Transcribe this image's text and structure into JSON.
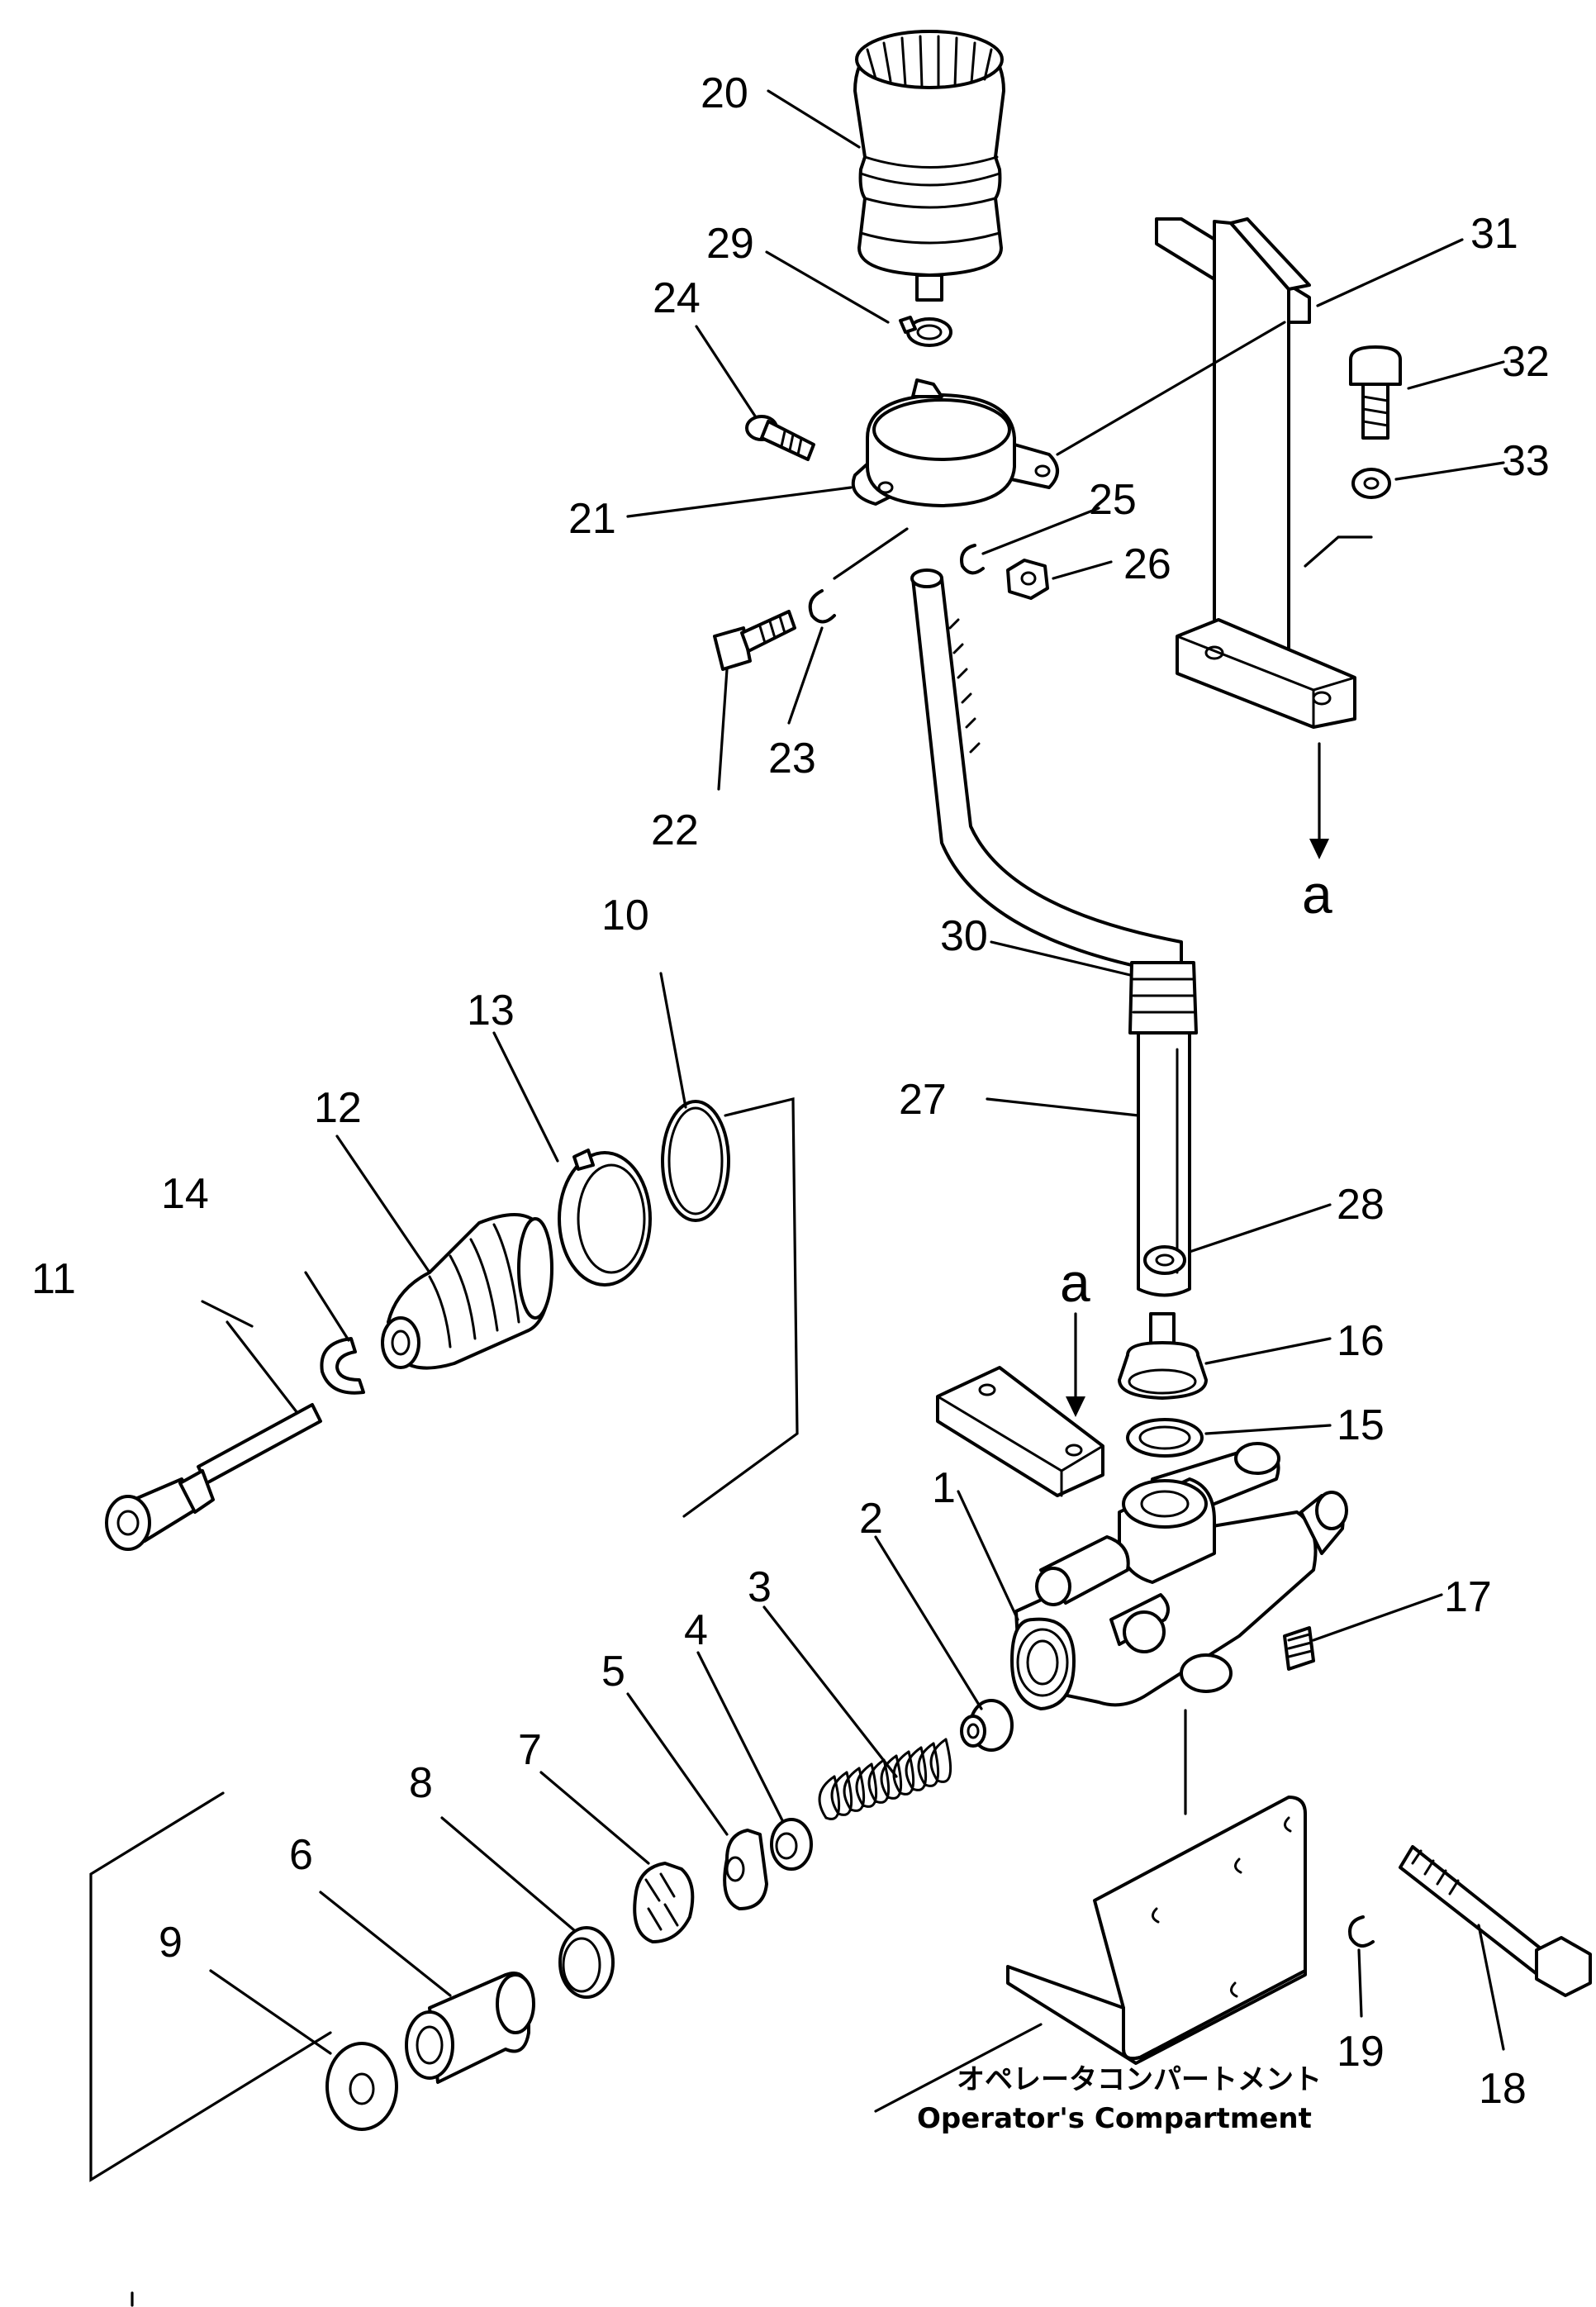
{
  "diagram": {
    "callouts": [
      {
        "id": "1",
        "label": "1"
      },
      {
        "id": "2",
        "label": "2"
      },
      {
        "id": "3",
        "label": "3"
      },
      {
        "id": "4",
        "label": "4"
      },
      {
        "id": "5",
        "label": "5"
      },
      {
        "id": "6",
        "label": "6"
      },
      {
        "id": "7",
        "label": "7"
      },
      {
        "id": "8",
        "label": "8"
      },
      {
        "id": "9",
        "label": "9"
      },
      {
        "id": "10",
        "label": "10"
      },
      {
        "id": "11",
        "label": "11"
      },
      {
        "id": "12",
        "label": "12"
      },
      {
        "id": "13",
        "label": "13"
      },
      {
        "id": "14",
        "label": "14"
      },
      {
        "id": "15",
        "label": "15"
      },
      {
        "id": "16",
        "label": "16"
      },
      {
        "id": "17",
        "label": "17"
      },
      {
        "id": "18",
        "label": "18"
      },
      {
        "id": "19",
        "label": "19"
      },
      {
        "id": "20",
        "label": "20"
      },
      {
        "id": "21",
        "label": "21"
      },
      {
        "id": "22",
        "label": "22"
      },
      {
        "id": "23",
        "label": "23"
      },
      {
        "id": "24",
        "label": "24"
      },
      {
        "id": "25",
        "label": "25"
      },
      {
        "id": "26",
        "label": "26"
      },
      {
        "id": "27",
        "label": "27"
      },
      {
        "id": "28",
        "label": "28"
      },
      {
        "id": "29",
        "label": "29"
      },
      {
        "id": "30",
        "label": "30"
      },
      {
        "id": "31",
        "label": "31"
      },
      {
        "id": "32",
        "label": "32"
      },
      {
        "id": "33",
        "label": "33"
      }
    ],
    "reference_marks": [
      "a",
      "a"
    ],
    "caption": {
      "japanese": "オペレータコンパートメント",
      "english": "Operator's Compartment"
    }
  }
}
